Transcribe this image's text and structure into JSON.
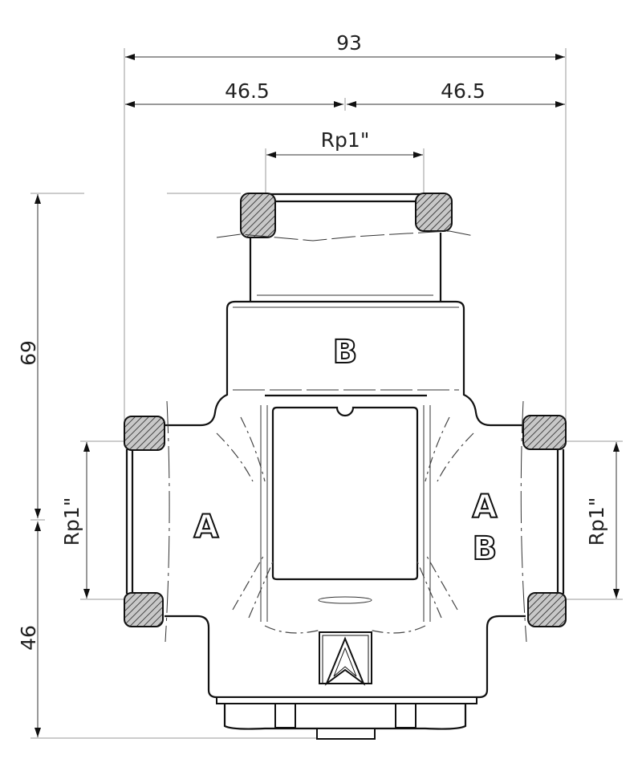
{
  "dimensions": {
    "overall_width": "93",
    "half_width_left": "46.5",
    "half_width_right": "46.5",
    "top_thread": "Rp1\"",
    "upper_height": "69",
    "lower_height": "46",
    "left_thread": "Rp1\"",
    "right_thread": "Rp1\""
  },
  "ports": {
    "top": "B",
    "left": "A",
    "right_top": "A",
    "right_bottom": "B"
  },
  "colors": {
    "line": "#111111",
    "hatch_fill": "#bbbbbb"
  }
}
